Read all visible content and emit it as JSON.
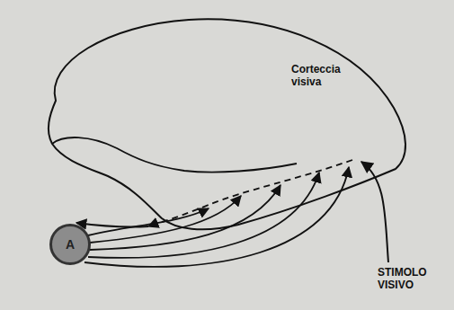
{
  "diagram": {
    "nodes": [
      {
        "text": [
          "A"
        ]
      }
    ],
    "labels": [
      "Corteccia visiva",
      "STIMOLO VISIVO"
    ]
  }
}
